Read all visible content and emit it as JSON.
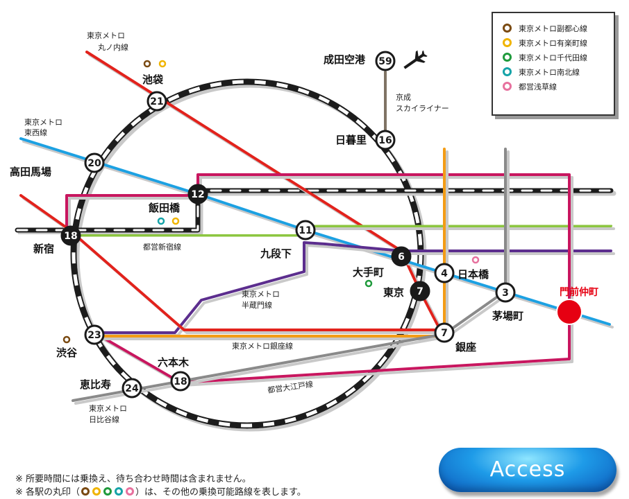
{
  "legend": [
    {
      "label": "東京メトロ副都心線",
      "color": "#7a4a12"
    },
    {
      "label": "東京メトロ有楽町線",
      "color": "#f0b400"
    },
    {
      "label": "東京メトロ千代田線",
      "color": "#1f9a3c"
    },
    {
      "label": "東京メトロ南北線",
      "color": "#15a3a8"
    },
    {
      "label": "都営浅草線",
      "color": "#e7719e"
    }
  ],
  "stations": {
    "ikebukuro": {
      "name": "池袋",
      "minutes": "21"
    },
    "takadanobaba": {
      "name": "高田馬場",
      "minutes": "20"
    },
    "shinjuku": {
      "name": "新宿",
      "minutes": "18"
    },
    "iidabashi": {
      "name": "飯田橋",
      "minutes": "12"
    },
    "kudanshita": {
      "name": "九段下",
      "minutes": "11"
    },
    "otemachi": {
      "name": "大手町",
      "minutes": "6"
    },
    "tokyo": {
      "name": "東京",
      "minutes": "7"
    },
    "nihombashi": {
      "name": "日本橋",
      "minutes": "4"
    },
    "kayabacho": {
      "name": "茅場町",
      "minutes": "3"
    },
    "ginza": {
      "name": "銀座",
      "minutes": "7"
    },
    "shibuya": {
      "name": "渋谷",
      "minutes": "23"
    },
    "roppongi": {
      "name": "六本木",
      "minutes": "18"
    },
    "ebisu": {
      "name": "恵比寿",
      "minutes": "24"
    },
    "nippori": {
      "name": "日暮里",
      "minutes": "16"
    },
    "narita": {
      "name": "成田空港",
      "minutes": "59"
    },
    "destination": {
      "name": "門前仲町"
    }
  },
  "line_labels": {
    "marunouchi": [
      "東京メトロ",
      "丸ノ内線"
    ],
    "tozai": [
      "東京メトロ",
      "東西線"
    ],
    "hanzomon": [
      "東京メトロ",
      "半蔵門線"
    ],
    "hibiya": [
      "東京メトロ",
      "日比谷線"
    ],
    "skyliner": [
      "京成",
      "スカイライナー"
    ],
    "shinjuku_line": "都営新宿線",
    "ginza_line": "東京メトロ銀座線",
    "oedo_line": "都営大江戸線"
  },
  "notes": {
    "line1": "※ 所要時間には乗換え、待ち合わせ時間は含まれません。",
    "line2_prefix": "※ 各駅の丸印（",
    "line2_suffix": "）は、その他の乗換可能路線を表します。"
  },
  "access_button": "Access",
  "colors": {
    "marunouchi": "#e2231a",
    "tozai": "#1da1e2",
    "shinjuku": "#8cc63f",
    "hanzomon": "#5b2d8e",
    "oedo": "#c8175e",
    "yurakucho": "#f0a500",
    "ginza": "#f39c12",
    "hibiya": "#8a8a8a",
    "skyliner": "#7f7364",
    "destination": "#e60012"
  }
}
